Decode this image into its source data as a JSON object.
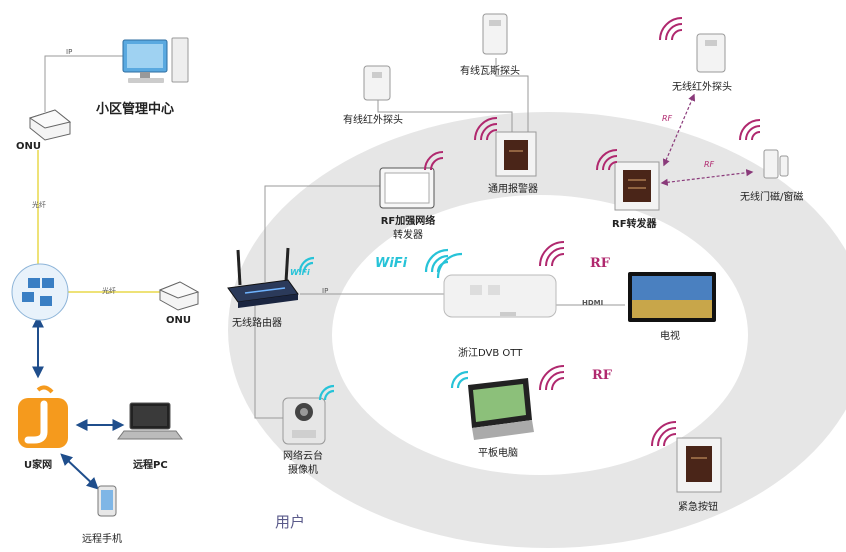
{
  "labels": {
    "mgmt_center": "小区管理中心",
    "onu_top": "ONU",
    "onu_mid": "ONU",
    "fiber_top": "光纤",
    "fiber_mid": "光纤",
    "ip_top": "IP",
    "ip_mid": "IP",
    "u_home": "U家网",
    "remote_pc": "远程PC",
    "remote_phone": "远程手机",
    "router": "无线路由器",
    "rf_repeater_net_1": "RF加强网络",
    "rf_repeater_net_2": "转发器",
    "camera_1": "网络云台",
    "camera_2": "摄像机",
    "wired_ir": "有线红外探头",
    "wired_gas": "有线瓦斯探头",
    "alarm": "通用报警器",
    "rf_forwarder": "RF转发器",
    "wireless_ir": "无线红外探头",
    "wireless_door": "无线门磁/窗磁",
    "ott_box": "浙江DVB OTT",
    "hdmi": "HDMI",
    "tv": "电视",
    "tablet": "平板电脑",
    "emergency": "紧急按钮",
    "user": "用户",
    "wifi_main": "WiFi",
    "wifi_router": "WiFi",
    "rf_1": "RF",
    "rf_2": "RF",
    "rf_small_1": "RF",
    "rf_small_2": "RF"
  },
  "colors": {
    "ellipse": "#e3e3e3",
    "wifi": "#27c3d8",
    "rf": "#b0286e",
    "fiber": "#e8d84a",
    "link": "#1f4e8c"
  }
}
